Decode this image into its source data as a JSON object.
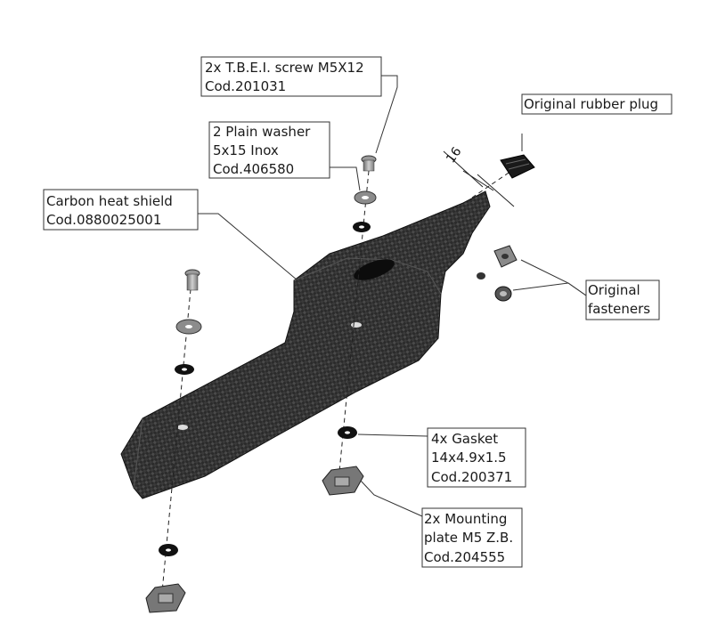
{
  "callouts": {
    "screw": {
      "line1": "2x T.B.E.I. screw M5X12",
      "line2": "Cod.201031"
    },
    "washer": {
      "line1": "2 Plain washer",
      "line2": "5x15 Inox",
      "line3": "Cod.406580"
    },
    "shield": {
      "line1": "Carbon heat shield",
      "line2": "Cod.0880025001"
    },
    "plug": {
      "line1": "Original rubber plug"
    },
    "fasteners": {
      "line1": "Original",
      "line2": "fasteners"
    },
    "gasket": {
      "line1": "4x Gasket",
      "line2": "14x4.9x1.5",
      "line3": "Cod.200371"
    },
    "plate": {
      "line1": "2x Mounting",
      "line2": "plate M5 Z.B.",
      "line3": "Cod.204555"
    }
  },
  "dimension": {
    "value": "16"
  },
  "colors": {
    "carbon": "#2a2a2a",
    "metal": "#8a8a8a",
    "line": "#333333"
  }
}
